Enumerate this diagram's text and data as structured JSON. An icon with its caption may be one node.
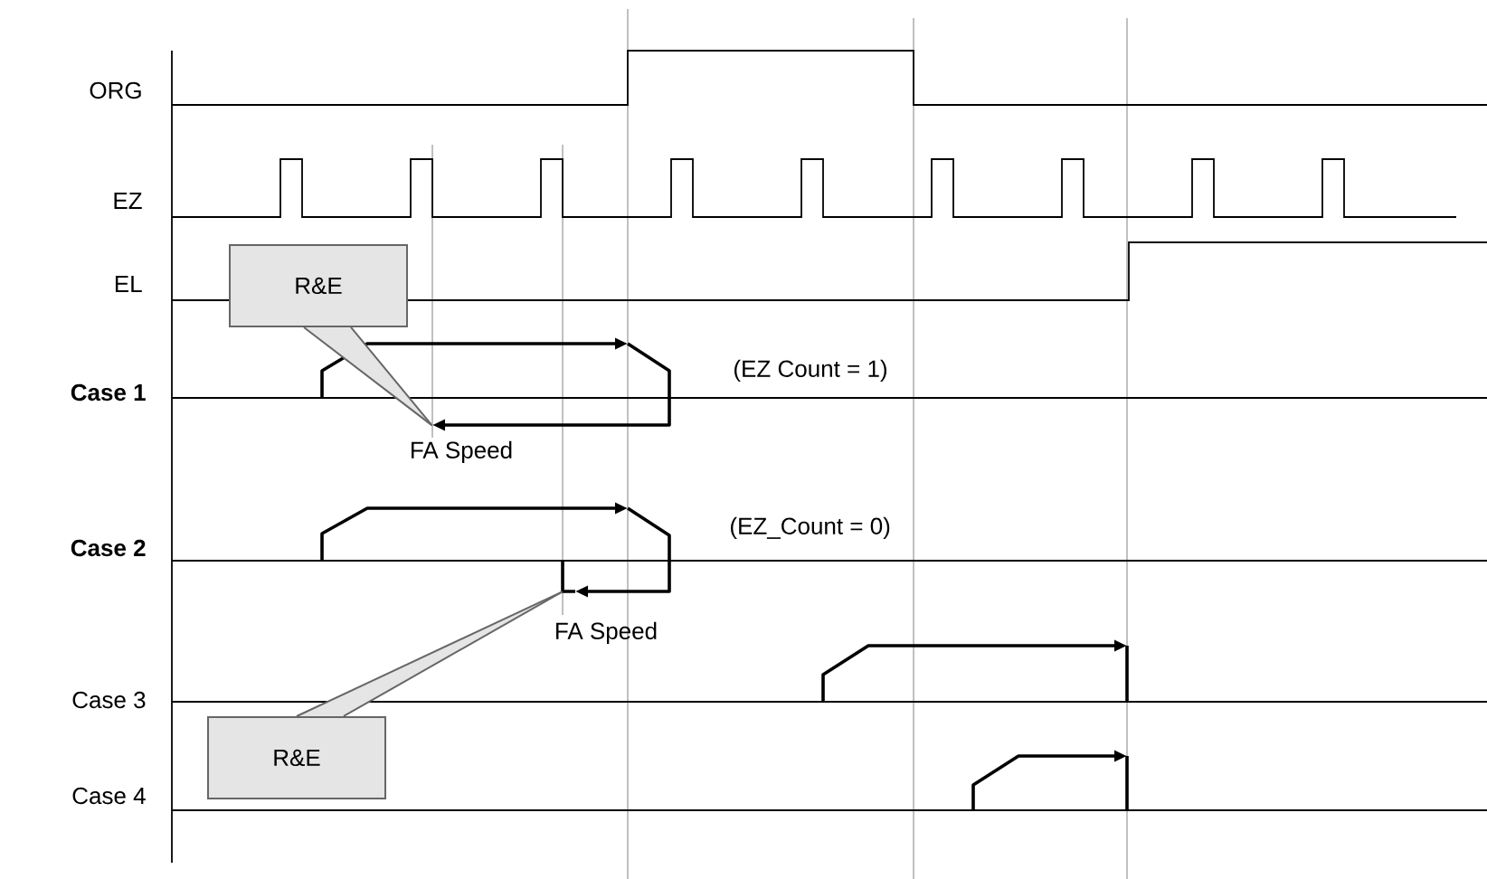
{
  "diagram": {
    "nodes": [
      {
        "text": [
          "R&E"
        ]
      },
      {
        "text": [],
        "shape": "picture"
      },
      {
        "text": [],
        "shape": "picture"
      },
      {
        "text": [
          "R&E"
        ]
      }
    ],
    "edges": [
      {
        "from": 0,
        "to": 1,
        "arrow": "none"
      },
      {
        "from": 3,
        "to": 2,
        "arrow": "none"
      }
    ],
    "labels": [
      "ORG",
      "EZ",
      "EL",
      "Case 1",
      "FA Speed",
      "(EZ Count = 1)",
      "Case 2",
      "(EZ_Count = 0)",
      "FA Speed",
      "Case 3",
      "Case 4"
    ]
  }
}
